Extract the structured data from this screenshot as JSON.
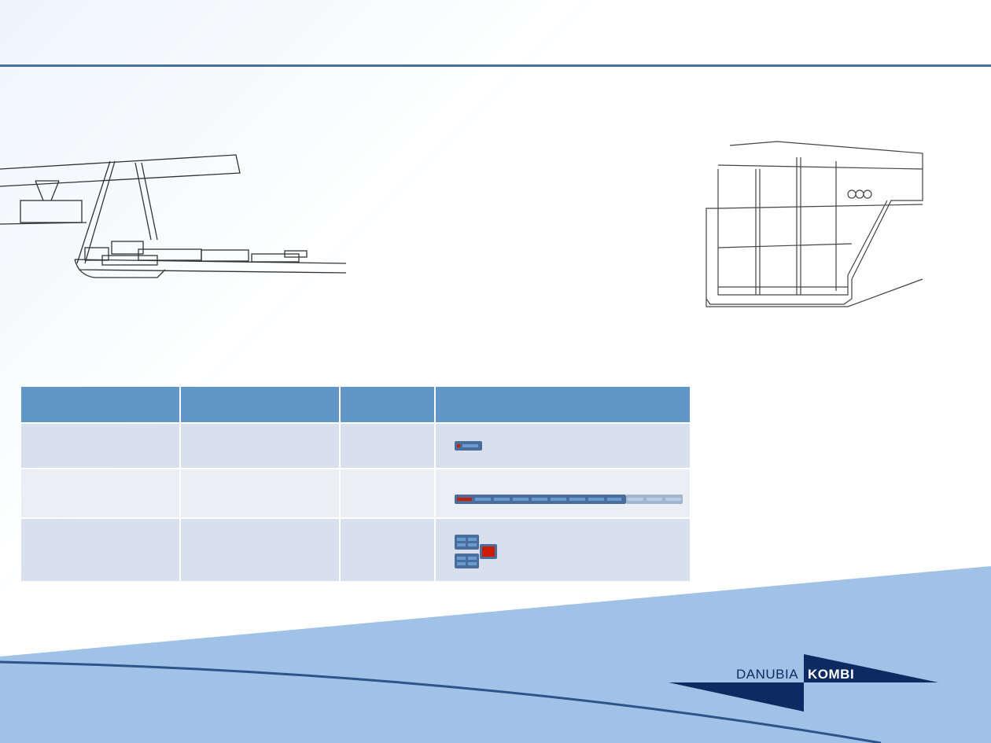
{
  "logo": {
    "word1": "DANUBIA",
    "word2": "KOMBI"
  },
  "colors": {
    "accent": "#6096c8",
    "navy": "#0d2a63",
    "band": "#a0c2e6",
    "cargo_red": "#cc1c00"
  },
  "table": {
    "rows": 3,
    "columns": 4,
    "row_icons": [
      "single-unit-wagon-icon",
      "long-train-icon",
      "stacked-units-icon"
    ]
  }
}
